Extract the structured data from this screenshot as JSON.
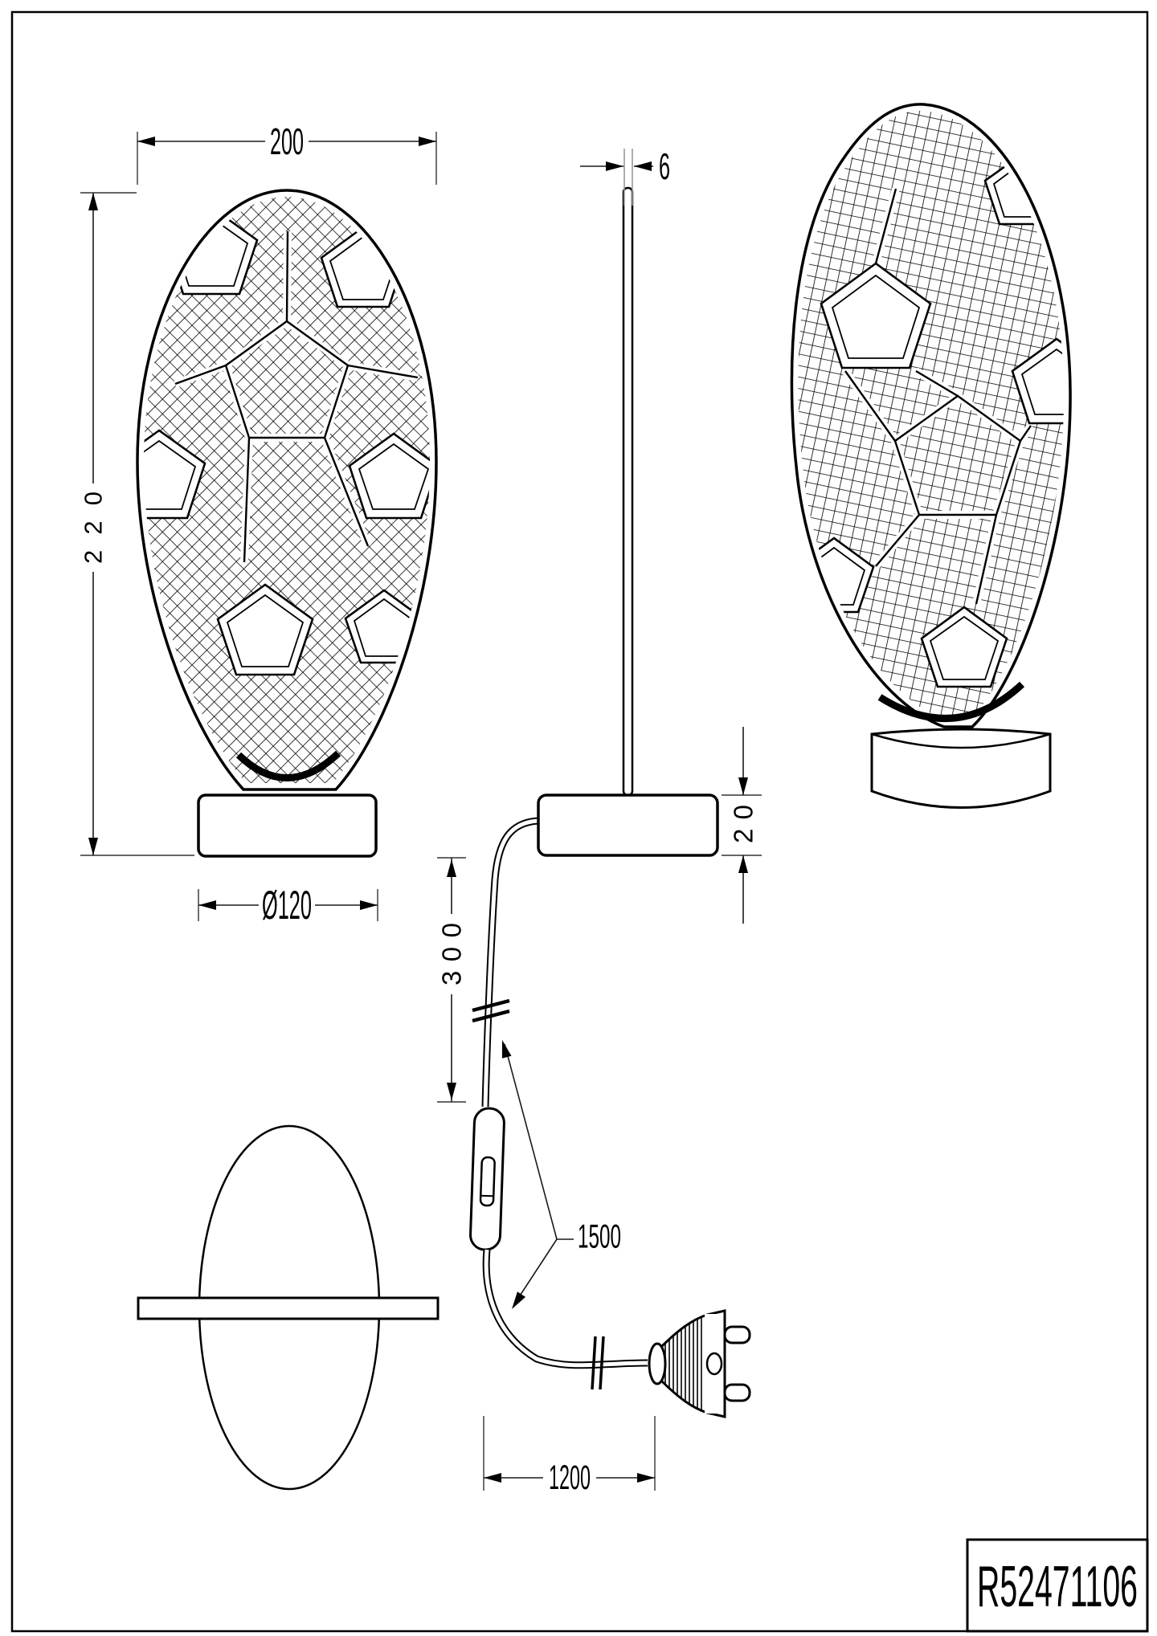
{
  "drawing": {
    "part_number": "R52471106",
    "dimensions": {
      "front_width": "200",
      "front_height": "220",
      "base_diameter": "Ø120",
      "rod_thickness": "6",
      "base_height": "20",
      "cable_upper_length": "300",
      "cable_total_length": "1500",
      "cable_lower_length": "1200"
    }
  }
}
